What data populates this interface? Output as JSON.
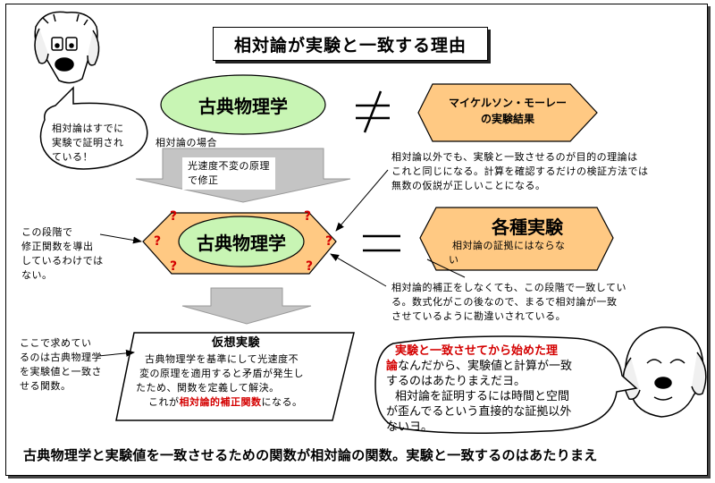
{
  "title": "相対論が実験と一致する理由",
  "top_ellipse": "古典物理学",
  "not_equal": "≠",
  "michelson": {
    "line1": "マイケルソン・モーレー",
    "line2": "の実験結果"
  },
  "bubble_left": {
    "line1": "相対論はすでに",
    "line2": "実験で証明され",
    "line3": "ている！"
  },
  "relativity_case": "相対論の場合",
  "arrow_label": {
    "line1": "光速度不変の原理",
    "line2": "で修正"
  },
  "note_top_right": {
    "line1": "相対論以外でも、実験と一致させるのが目的の理論は",
    "line2": "これと同じになる。計算を確認するだけの検証方法では",
    "line3": "無数の仮説が正しいことになる。"
  },
  "hex_ellipse": "古典物理学",
  "question_mark": "?",
  "left_note": {
    "line1": "この段階で",
    "line2": "修正関数を導出",
    "line3": "しているわけでは",
    "line4": "ない。"
  },
  "equal_sign": "＝",
  "experiments": {
    "title": "各種実験",
    "sub1": "相対論の証拠にはならな",
    "sub2": "い"
  },
  "note_mid_right": {
    "line1": "相対論的補正をしなくても、この段階で一致してい",
    "line2": "る。数式化がこの後なので、まるで相対論が一致",
    "line3": "させているように勘違いされている。"
  },
  "left_note2": {
    "line1": "ここで求めてい",
    "line2": "るのは古典物理学",
    "line3": "を実験値と一致さ",
    "line4": "せる関数。"
  },
  "hypothesis": {
    "title": "仮想実験",
    "line1": "古典物理学を基準にして光速度不",
    "line2": "変の原理を適用すると矛盾が発生し",
    "line3": "たため、関数を定義して解決。",
    "line4_pre": "これが",
    "line4_red": "相対論的補正関数",
    "line4_post": "になる。"
  },
  "bubble_right": {
    "line1_red": "実験と一致させてから始めた理",
    "line2_red": "論",
    "line2_post": "なんだから、実験値と計算が一致",
    "line3": "するのはあたりまえだヨ。",
    "line4": "相対論を証明するには時間と空間",
    "line5": "が歪んでるという直接的な証拠以外",
    "line6": "ないヨ。"
  },
  "bottom_text": "古典物理学と実験値を一致させるための関数が相対論の関数。実験と一致するのはあたりまえ",
  "colors": {
    "green": "#c8f5b4",
    "orange": "#ffc983",
    "red": "#d40000",
    "arrow_gray": "#c4c4c4"
  }
}
